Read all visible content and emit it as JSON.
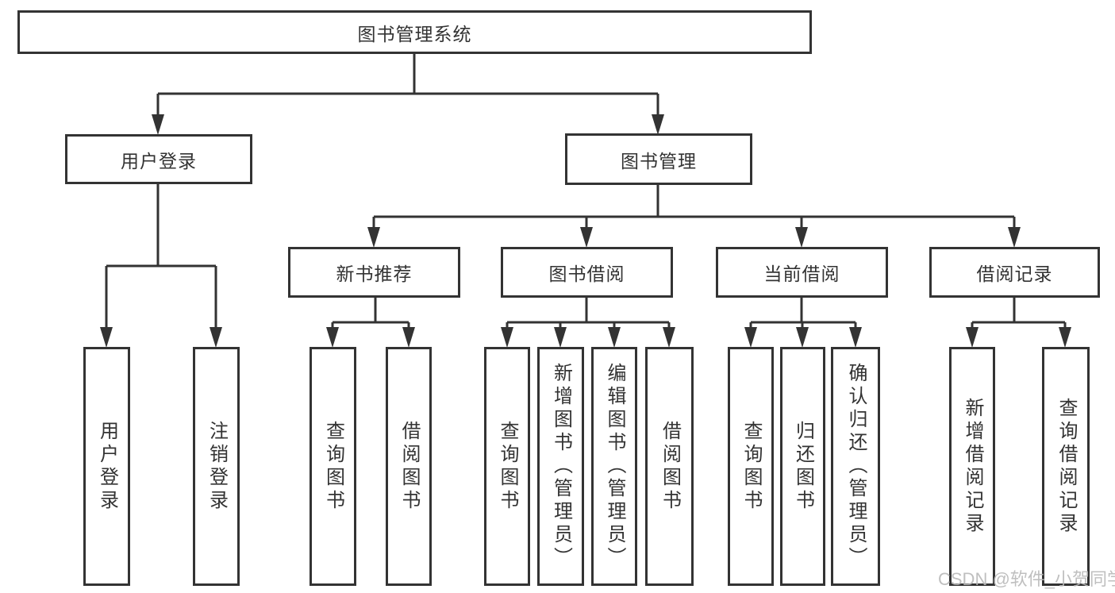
{
  "diagram": {
    "root": {
      "label": "图书管理系统"
    },
    "level2": [
      {
        "label": "用户登录"
      },
      {
        "label": "图书管理"
      }
    ],
    "level3": [
      {
        "label": "新书推荐"
      },
      {
        "label": "图书借阅"
      },
      {
        "label": "当前借阅"
      },
      {
        "label": "借阅记录"
      }
    ],
    "leaves": {
      "user_login": [
        "用户登录",
        "注销登录"
      ],
      "new_book_recommend": [
        "查询图书",
        "借阅图书"
      ],
      "book_borrowing": [
        "查询图书",
        "新增图书（管理员）",
        "编辑图书（管理员）",
        "借阅图书"
      ],
      "current_borrowing": [
        "查询图书",
        "归还图书",
        "确认归还（管理员）"
      ],
      "borrowing_records": [
        "新增借阅记录",
        "查询借阅记录"
      ]
    }
  },
  "watermark": {
    "text": "CSDN @软件_小贺同学"
  },
  "colors": {
    "line": "#333333",
    "text": "#333333",
    "background": "#ffffff",
    "watermark": "#b9b9b9"
  }
}
